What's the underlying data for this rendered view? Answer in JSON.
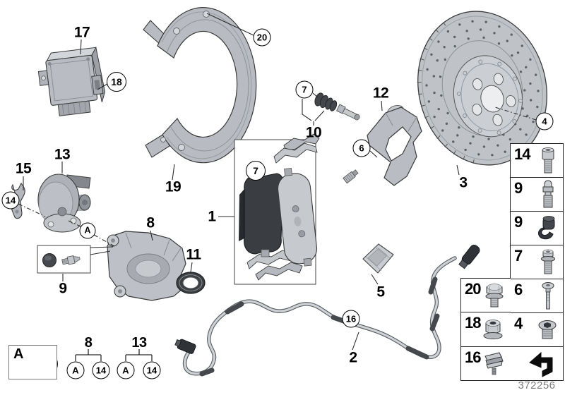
{
  "drawing_number": "372256",
  "callouts": {
    "module": "17",
    "module_connector": "18",
    "dust_shield": "19",
    "shield_screw": "20",
    "actuator": "13",
    "holder": "15",
    "holder_screw": "14",
    "ref_a": "A",
    "pad_box": "1",
    "pad_screw": "7",
    "guide_screw": "7",
    "guide_repair_kit": "10",
    "carrier": "12",
    "carrier_screw": "6",
    "brake_disc": "3",
    "wheel_screw": "4",
    "caliper": "8",
    "shaft_seal": "11",
    "bleeder_set": "9",
    "grease_pack": "5",
    "wear_sensor": "2",
    "cable_clip": "16"
  },
  "legend": {
    "oring_key": "A",
    "caliper_group": {
      "part": "8",
      "ref_a": "A",
      "ref_screw": "14"
    },
    "actuator_group": {
      "part": "13",
      "ref_a": "A",
      "ref_screw": "14"
    }
  },
  "sidebar": {
    "right_column": [
      {
        "num": "14",
        "icon": "socket-head-screw-icon"
      },
      {
        "num": "9",
        "icon": "bleeder-valve-icon"
      },
      {
        "num": "9",
        "icon": "bleeder-cap-icon"
      },
      {
        "num": "7",
        "icon": "torx-flange-screw-icon"
      },
      {
        "num": "6",
        "icon": "torx-pan-screw-icon"
      },
      {
        "num": "4",
        "icon": "screw-plug-icon"
      },
      {
        "num": "",
        "icon": "direction-arrow-icon"
      }
    ],
    "left_column": [
      {
        "num": "20",
        "icon": "hex-flange-screw-icon"
      },
      {
        "num": "18",
        "icon": "collar-nut-icon"
      },
      {
        "num": "16",
        "icon": "cable-clip-icon"
      }
    ]
  }
}
